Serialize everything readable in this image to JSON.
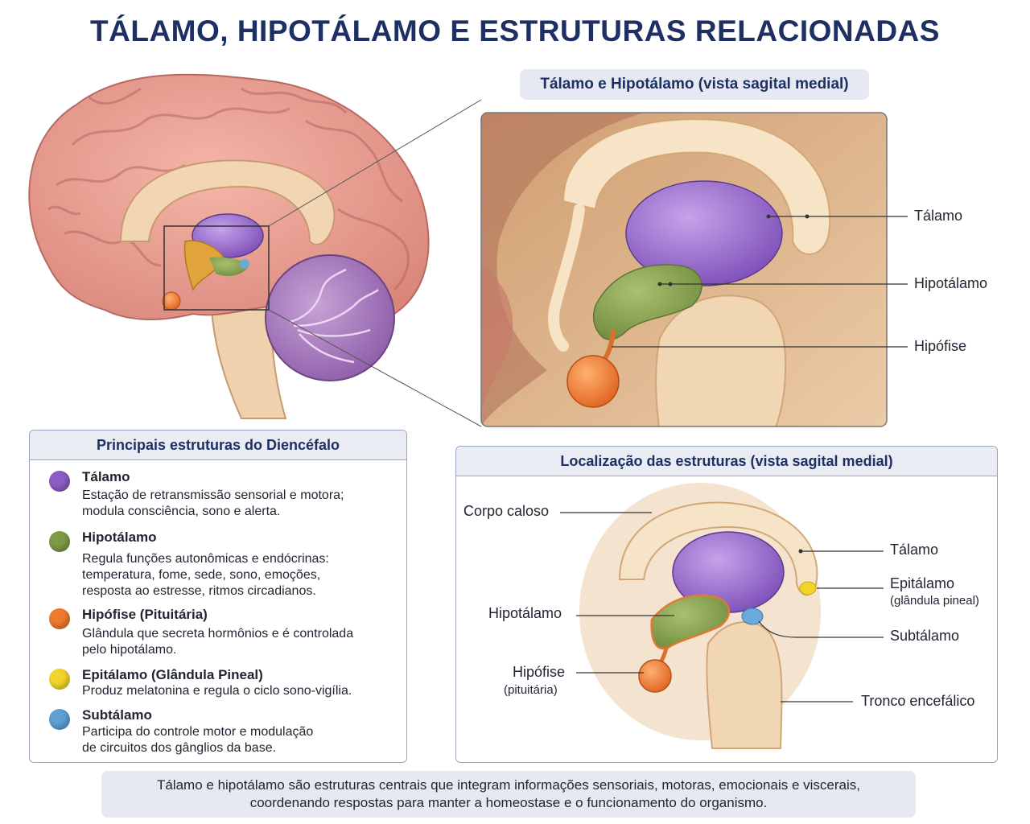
{
  "title": "TÁLAMO, HIPOTÁLAMO E ESTRUTURAS RELACIONADAS",
  "zoom_view": {
    "title": "Tálamo e Hipotálamo (vista sagital medial)",
    "labels": {
      "talamo": "Tálamo",
      "hipotalamo": "Hipotálamo",
      "hipofise": "Hipófise"
    }
  },
  "legend": {
    "title": "Principais estruturas do Diencéfalo",
    "items": [
      {
        "name": "Tálamo",
        "color": "#8d5cc2",
        "desc": [
          "Estação de retransmissão sensorial e motora;",
          "modula consciência, sono e alerta."
        ]
      },
      {
        "name": "Hipotálamo",
        "color": "#7e9a47",
        "desc": [
          "Regula funções autonômicas e endócrinas:",
          "temperatura, fome, sede, sono, emoções,",
          "resposta ao estresse, ritmos circadianos."
        ]
      },
      {
        "name": "Hipófise (Pituitária)",
        "color": "#ee7a2f",
        "desc": [
          "Glândula que secreta hormônios e é controlada",
          "pelo hipotálamo."
        ]
      },
      {
        "name": "Epitálamo (Glândula Pineal)",
        "color": "#f2d52a",
        "desc": [
          "Produz melatonina e regula o ciclo sono-vigília."
        ]
      },
      {
        "name": "Subtálamo",
        "color": "#5f9fd4",
        "desc": [
          "Participa do controle motor e modulação",
          "de circuitos dos gânglios da base."
        ]
      }
    ]
  },
  "location_view": {
    "title": "Localização das estruturas (vista sagital medial)",
    "labels": {
      "corpo_caloso": "Corpo caloso",
      "talamo": "Tálamo",
      "epitalamo": "Epitálamo",
      "epitalamo_sub": "(glândula pineal)",
      "hipotalamo": "Hipotálamo",
      "subtalamo": "Subtálamo",
      "hipofise": "Hipófise",
      "hipofise_sub": "(pituitária)",
      "tronco": "Tronco encefálico"
    }
  },
  "footer": [
    "Tálamo e hipotálamo são estruturas centrais que integram informações sensoriais, motoras, emocionais e viscerais,",
    "coordenando respostas para manter a homeostase e o funcionamento do organismo."
  ]
}
